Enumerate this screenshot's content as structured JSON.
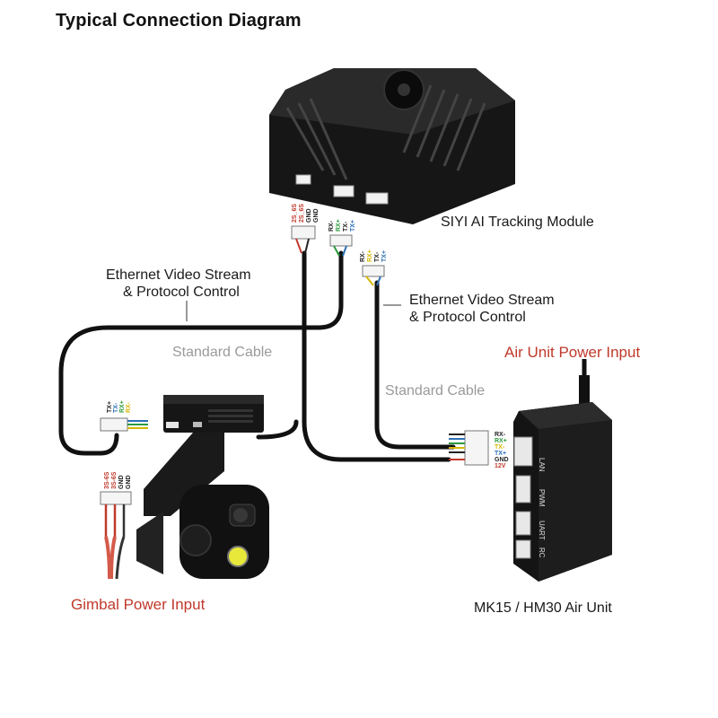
{
  "diagram": {
    "title": "Typical Connection Diagram",
    "devices": {
      "tracking_module": "SIYI AI Tracking Module",
      "air_unit": "MK15 / HM30 Air Unit"
    },
    "labels": {
      "ethernet_left_line1": "Ethernet Video Stream",
      "ethernet_left_line2": "& Protocol Control",
      "ethernet_right_line1": "Ethernet Video Stream",
      "ethernet_right_line2": "& Protocol Control",
      "standard_cable_top": "Standard Cable",
      "standard_cable_bottom": "Standard Cable",
      "air_unit_power": "Air Unit Power Input",
      "gimbal_power": "Gimbal Power Input"
    },
    "module_pins": {
      "power": [
        "2S_6S",
        "2S_6S",
        "GND",
        "GND"
      ],
      "ethernet_a": [
        "RX-",
        "RX+",
        "TX-",
        "TX+"
      ],
      "ethernet_b": [
        "RX-",
        "RX+",
        "TX-",
        "TX+"
      ]
    },
    "gimbal_pins": {
      "ethernet": [
        "TX+",
        "TX-",
        "RX+",
        "RX-"
      ],
      "power": [
        "3S-6S",
        "3S-6S",
        "GND",
        "GND"
      ]
    },
    "air_unit_pins": [
      "RX-",
      "RX+",
      "TX-",
      "TX+",
      "GND",
      "12V"
    ],
    "air_unit_ports": [
      "LAN",
      "PWM",
      "UART",
      "RC"
    ],
    "colors": {
      "label_red": "#c0392b",
      "cable_gray": "#9a9a9a",
      "device_black": "#161616",
      "pin_green": "#2e9a3e",
      "pin_yellow": "#d6b800",
      "pin_blue": "#2c6fb5",
      "lens_yellow": "#e8e83a"
    }
  }
}
